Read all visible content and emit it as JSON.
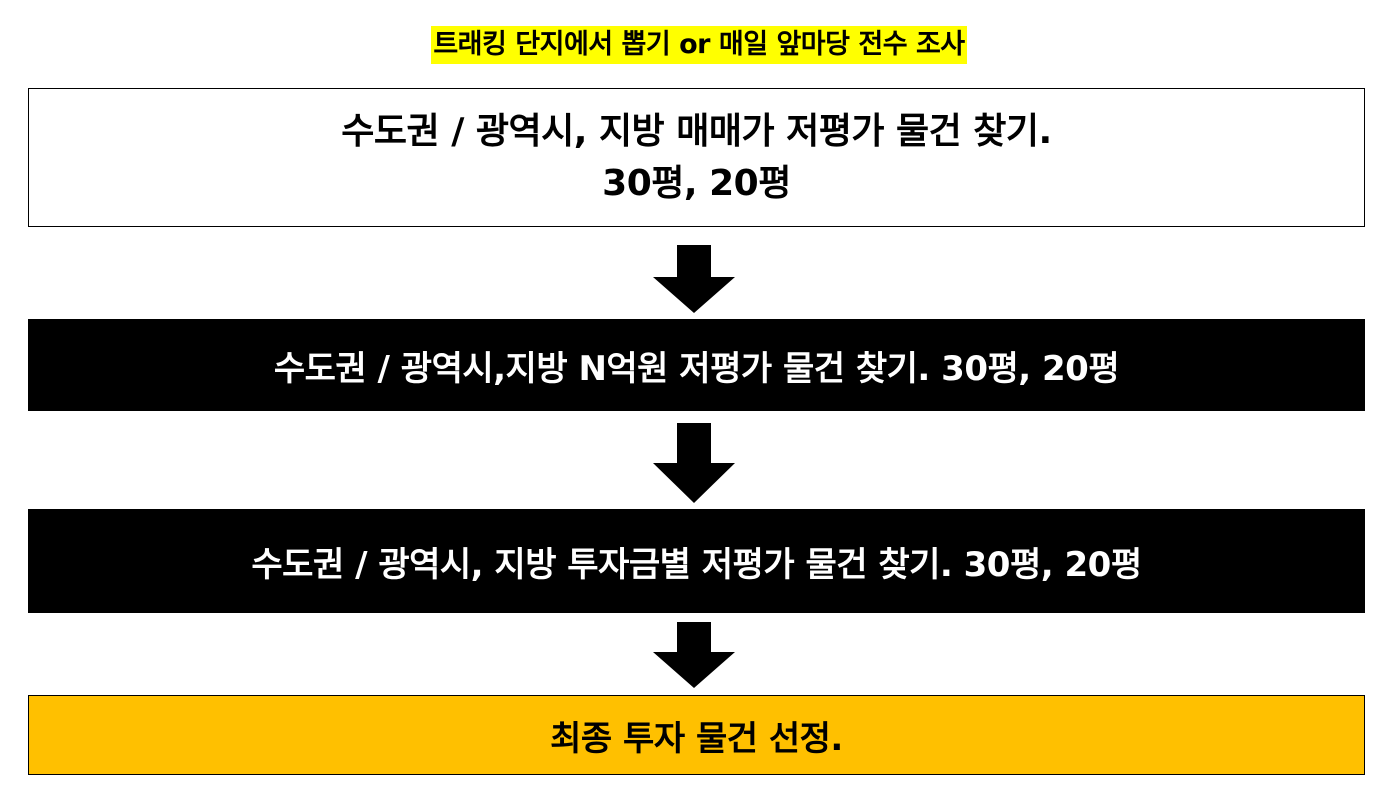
{
  "title": "트래킹 단지에서 뽑기 or 매일 앞마당 전수 조사",
  "steps": [
    {
      "lines": [
        "수도권 / 광역시, 지방 매매가 저평가 물건 찾기.",
        "30평, 20평"
      ]
    },
    {
      "lines": [
        "수도권 / 광역시,지방 N억원 저평가 물건 찾기. 30평, 20평"
      ]
    },
    {
      "lines": [
        "수도권 / 광역시, 지방 투자금별 저평가 물건 찾기. 30평, 20평"
      ]
    },
    {
      "lines": [
        "최종 투자 물건 선정."
      ]
    }
  ],
  "colors": {
    "title_highlight": "#ffff00",
    "step_light_bg": "#ffffff",
    "step_dark_bg": "#000000",
    "final_step_bg": "#ffc000",
    "arrow": "#000000"
  },
  "icons": [
    "down-arrow-icon"
  ]
}
